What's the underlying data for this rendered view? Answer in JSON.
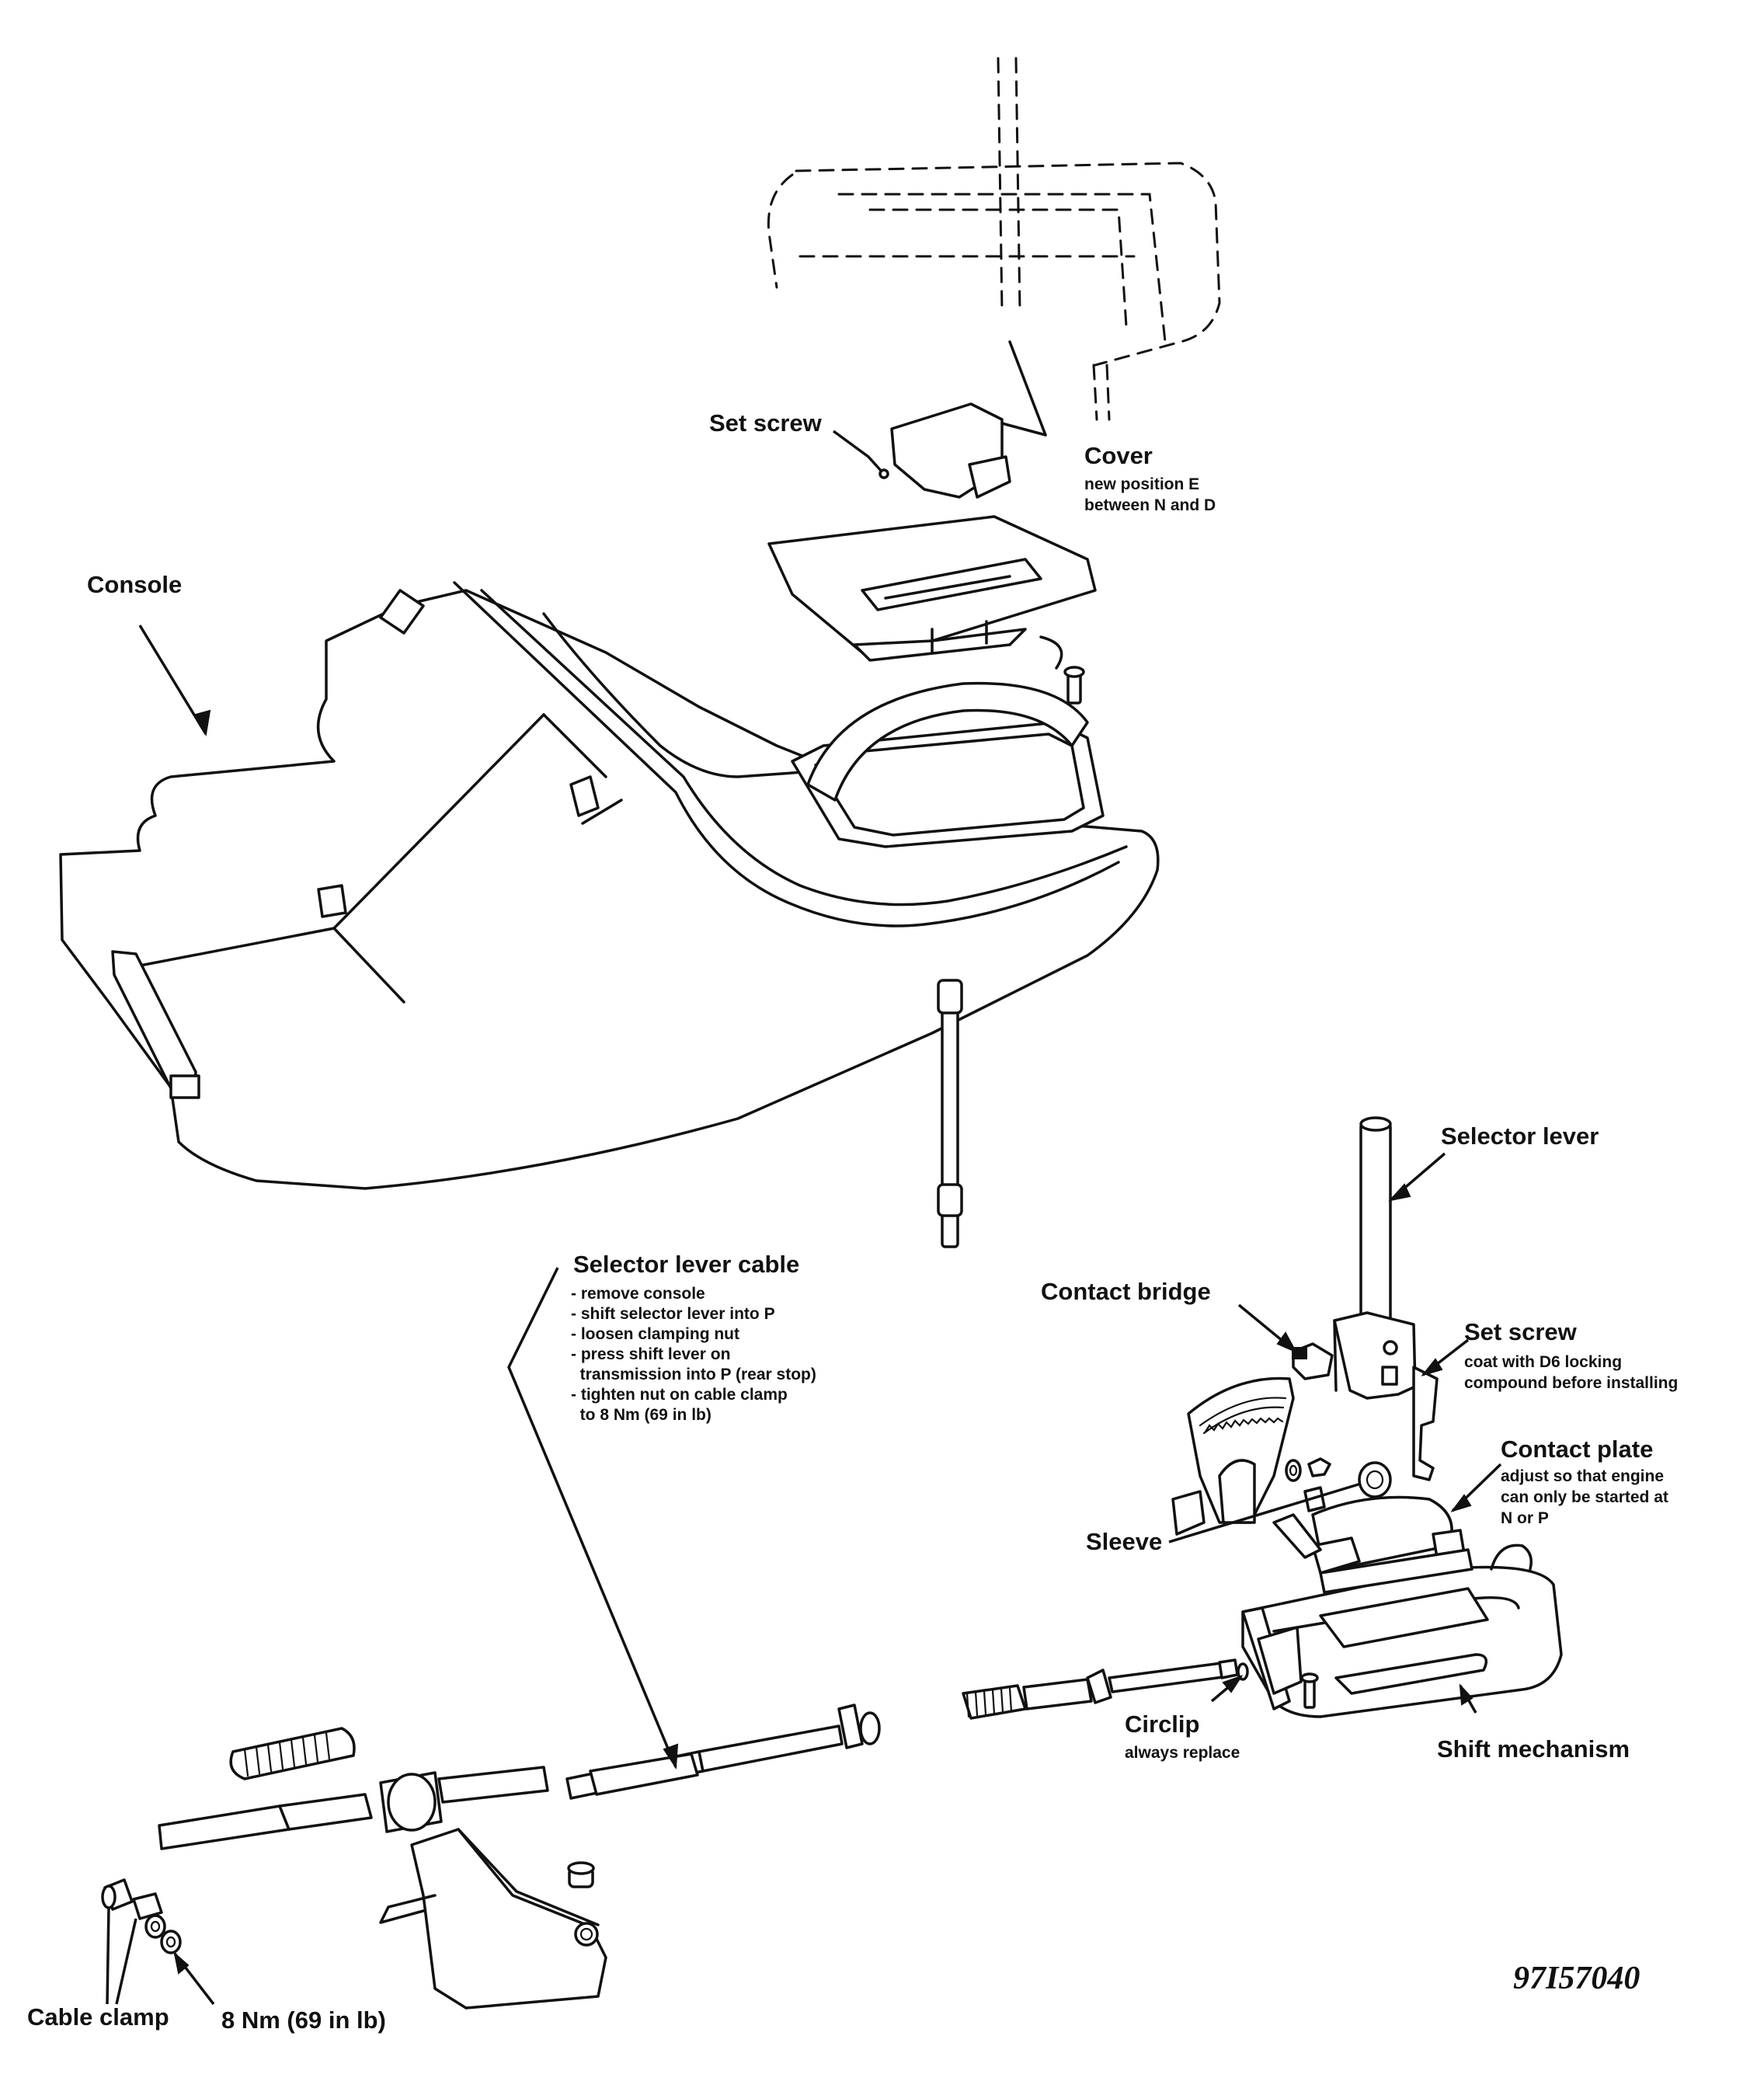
{
  "labels": {
    "set_screw_top": "Set screw",
    "cover": "Cover",
    "cover_note_1": "new position E",
    "cover_note_2": "between N and D",
    "console": "Console",
    "selector_lever": "Selector lever",
    "selector_lever_cable": "Selector lever cable",
    "cable_steps": [
      "- remove console",
      "- shift selector lever into P",
      "- loosen clamping nut",
      "- press shift lever on",
      "  transmission into P (rear stop)",
      "- tighten nut on cable clamp",
      "  to 8 Nm (69 in lb)"
    ],
    "contact_bridge": "Contact bridge",
    "set_screw_right": "Set screw",
    "set_screw_right_note_1": "coat with D6 locking",
    "set_screw_right_note_2": "compound before installing",
    "contact_plate": "Contact plate",
    "contact_plate_note_1": "adjust so that engine",
    "contact_plate_note_2": "can only be started at",
    "contact_plate_note_3": "N or P",
    "sleeve": "Sleeve",
    "circlip": "Circlip",
    "circlip_note": "always replace",
    "shift_mechanism": "Shift mechanism",
    "cable_clamp": "Cable clamp",
    "torque": "8 Nm (69 in lb)",
    "figure_code": "97I57040"
  }
}
